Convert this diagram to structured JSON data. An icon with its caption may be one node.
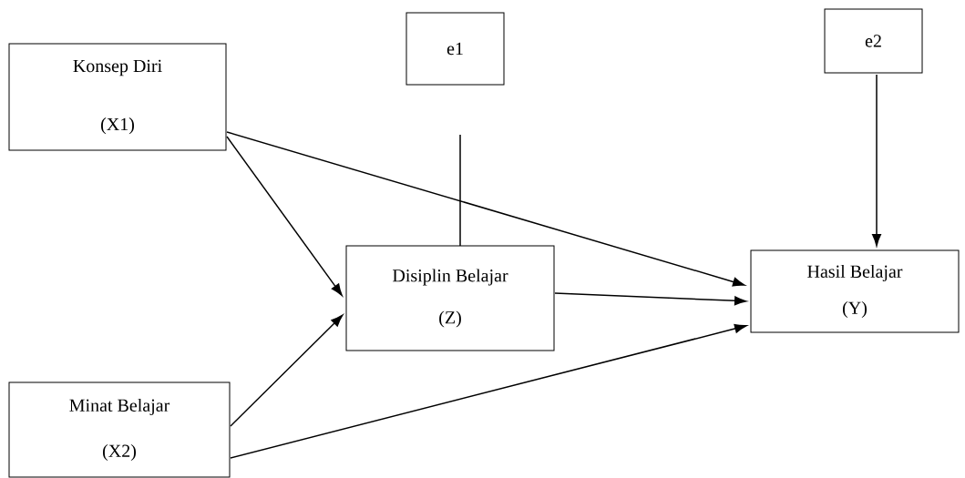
{
  "diagram": {
    "nodes": [
      {
        "text": [
          "Konsep Diri",
          "(X1)"
        ]
      },
      {
        "text": [
          "e1"
        ]
      },
      {
        "text": [
          "e2"
        ]
      },
      {
        "text": [
          "Disiplin Belajar",
          "(Z)"
        ]
      },
      {
        "text": [
          "Hasil Belajar",
          "(Y)"
        ]
      },
      {
        "text": [
          "Minat Belajar",
          "(X2)"
        ]
      }
    ],
    "edges": [
      {
        "from": 0,
        "to": 3,
        "arrow": "to"
      },
      {
        "from": 0,
        "to": 4,
        "arrow": "to"
      },
      {
        "from": 1,
        "to": 3,
        "arrow": "none"
      },
      {
        "from": 2,
        "to": 4,
        "arrow": "to"
      },
      {
        "from": 5,
        "to": 3,
        "arrow": "to"
      },
      {
        "from": 5,
        "to": 4,
        "arrow": "to"
      },
      {
        "from": 3,
        "to": 4,
        "arrow": "to"
      }
    ]
  }
}
